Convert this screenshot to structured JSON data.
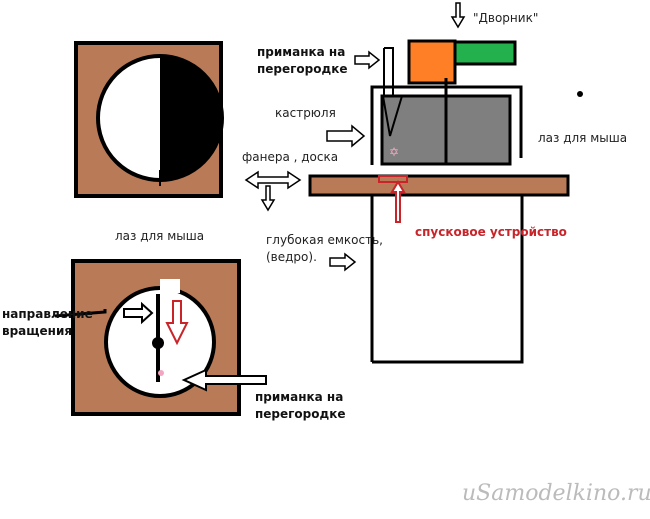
{
  "labels": {
    "dvornik": "\"Дворник\"",
    "bait_top": [
      "приманка на",
      "перегородке"
    ],
    "pot": "кастрюля",
    "plywood": "фанера , доска",
    "mouse_entry_right": "лаз для мыша",
    "mouse_entry_left": "лаз для мыша",
    "trigger": "спусковое устройство",
    "bucket": [
      "глубокая емкость,",
      "(ведро)."
    ],
    "rotation": [
      "направление",
      "вращения"
    ],
    "bait_bottom": [
      "приманка на",
      "перегородке"
    ]
  },
  "watermark": "uSamodelkino.ru",
  "colors": {
    "wood": "#b97a57",
    "orange": "#ff7f27",
    "green": "#22b14c",
    "gray": "#7f7f7f",
    "red": "#c8242a"
  }
}
